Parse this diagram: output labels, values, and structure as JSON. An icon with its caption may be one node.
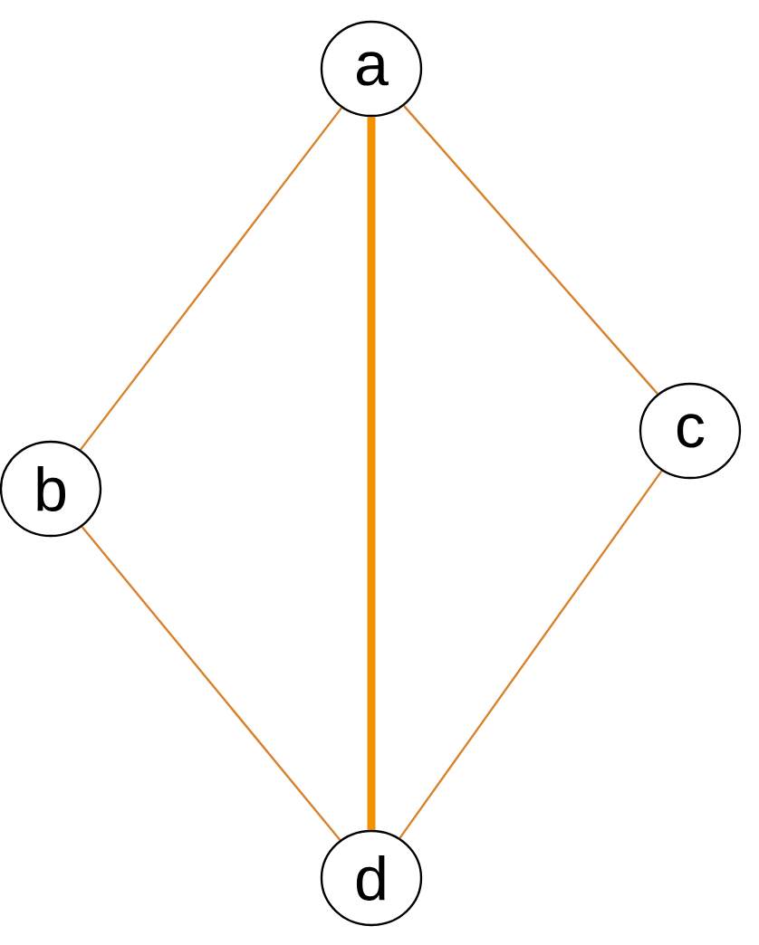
{
  "diagram": {
    "nodes": [
      {
        "text": [
          "a"
        ]
      },
      {
        "text": [
          "b"
        ]
      },
      {
        "text": [
          "c"
        ]
      },
      {
        "text": [
          "d"
        ]
      }
    ],
    "edges": [
      {
        "from": 0,
        "to": 1,
        "arrow": "none"
      },
      {
        "from": 0,
        "to": 2,
        "arrow": "none"
      },
      {
        "from": 0,
        "to": 3,
        "arrow": "none",
        "style": "thick",
        "color": "#f39200"
      },
      {
        "from": 1,
        "to": 3,
        "arrow": "none"
      },
      {
        "from": 2,
        "to": 3,
        "arrow": "none"
      }
    ]
  }
}
